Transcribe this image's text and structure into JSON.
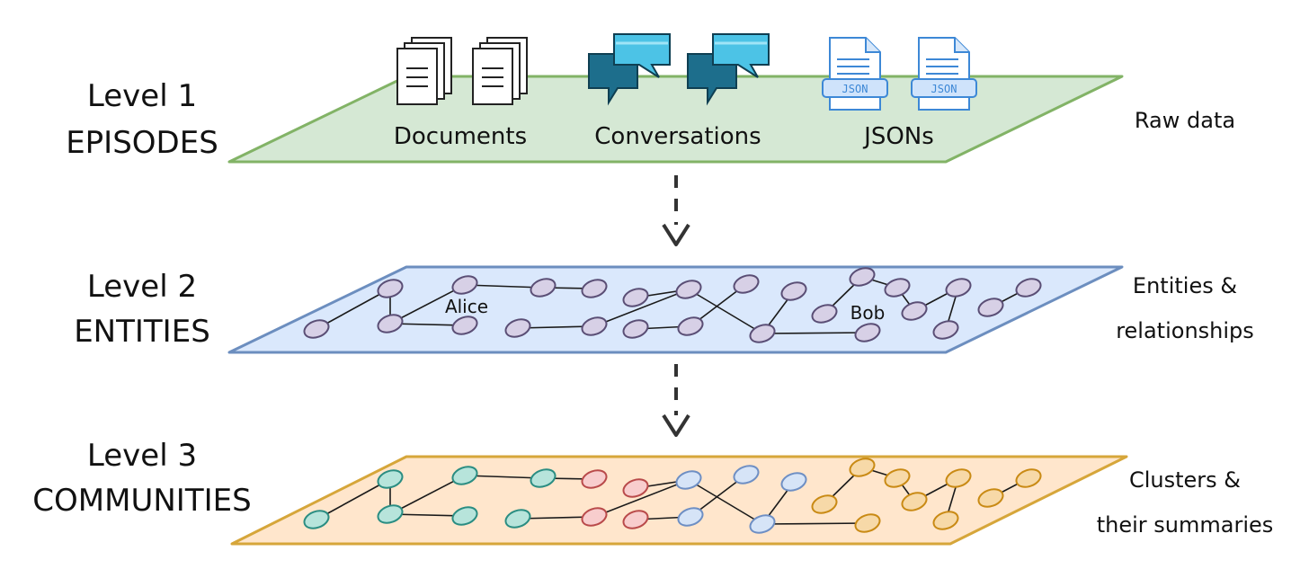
{
  "levels": [
    {
      "level_text": "Level 1",
      "name": "EPISODES",
      "side_label": [
        "Raw data"
      ],
      "fill": "#d5e8d4",
      "stroke": "#82b366"
    },
    {
      "level_text": "Level 2",
      "name": "ENTITIES",
      "side_label": [
        "Entities &",
        "relationships"
      ],
      "fill": "#dae8fc",
      "stroke": "#6c8ebf"
    },
    {
      "level_text": "Level 3",
      "name": "COMMUNITIES",
      "side_label": [
        "Clusters &",
        "their summaries"
      ],
      "fill": "#ffe6cc",
      "stroke": "#d6a63a"
    }
  ],
  "episode_items": [
    {
      "label": "Documents",
      "icon": "document-stack-icon"
    },
    {
      "label": "Conversations",
      "icon": "chat-bubbles-icon"
    },
    {
      "label": "JSONs",
      "icon": "json-file-icon"
    }
  ],
  "json_badge": "JSON",
  "entity_labels": {
    "alice": "Alice",
    "bob": "Bob"
  },
  "colors": {
    "entity_node_fill": "#d7d0e6",
    "entity_node_stroke": "#5a4e75",
    "arrow": "#333333",
    "document": "#ffffff",
    "chat_dark": "#1d6e8c",
    "chat_light": "#4cc3e6",
    "json_blue": "#3d88d6",
    "community_teal": {
      "fill": "#b7e4db",
      "stroke": "#2a8d82"
    },
    "community_red": {
      "fill": "#f8cdcd",
      "stroke": "#b94a4a"
    },
    "community_blue": {
      "fill": "#d6e4f7",
      "stroke": "#6e8fc4"
    },
    "community_orange": {
      "fill": "#f7d9a8",
      "stroke": "#c98a14"
    }
  }
}
